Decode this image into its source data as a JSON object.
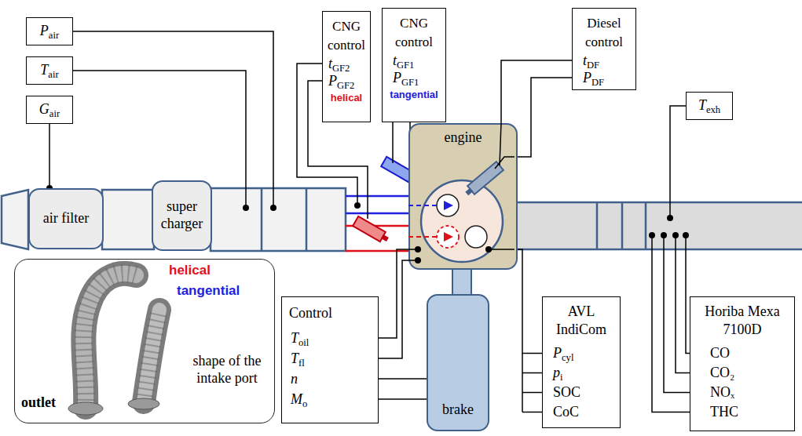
{
  "diagram": {
    "nodes": [
      {
        "text": [
          "Pair"
        ]
      },
      {
        "text": [
          "Tair"
        ]
      },
      {
        "text": [
          "Gair"
        ]
      },
      {
        "text": [
          "CNG control",
          "tGF2",
          "PGF2",
          "helical"
        ]
      },
      {
        "text": [
          "CNG control",
          "tGF1",
          "PGF1",
          "tangential"
        ]
      },
      {
        "text": [
          "Diesel control",
          "tDF",
          "PDF"
        ]
      },
      {
        "text": [
          "Texh"
        ]
      },
      {
        "text": [
          "air filter"
        ]
      },
      {
        "text": [
          "super charger"
        ]
      },
      {
        "text": [
          "engine"
        ]
      },
      {
        "text": [
          "helical",
          "tangential",
          "shape of the intake port",
          "outlet"
        ]
      },
      {
        "text": [
          "Control",
          "Toil",
          "Tfl",
          "n",
          "Mo"
        ]
      },
      {
        "text": [
          "brake"
        ]
      },
      {
        "text": [
          "AVL IndiCom",
          "Pcyl",
          "pi",
          "SOC",
          "CoC"
        ]
      },
      {
        "text": [
          "Horiba Mexa 7100D",
          "CO",
          "CO₂",
          "NOₓ",
          "THC"
        ]
      }
    ],
    "edges": [
      {
        "from": 2,
        "to": 7,
        "arrow": "none"
      },
      {
        "from": 5,
        "to": 9,
        "arrow": "none"
      },
      {
        "from": 11,
        "to": 9,
        "arrow": "none"
      },
      {
        "from": 11,
        "to": 12,
        "arrow": "none"
      },
      {
        "from": 13,
        "to": 9,
        "arrow": "none"
      }
    ]
  }
}
